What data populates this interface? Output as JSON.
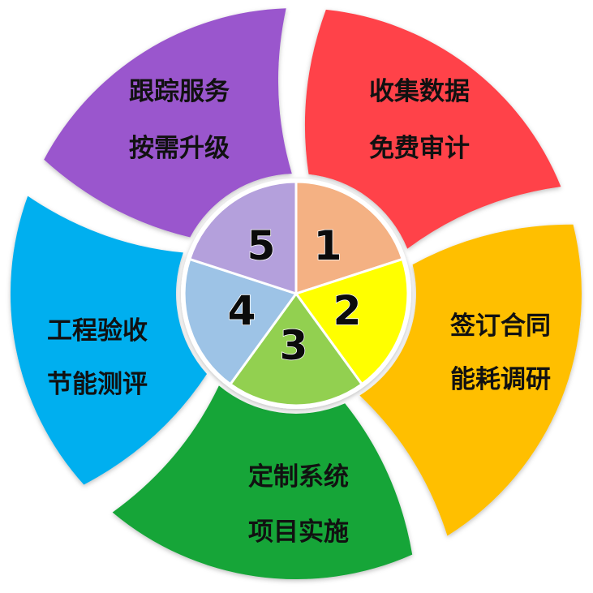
{
  "steps": [
    {
      "number": "1",
      "line1": "收集数据",
      "line2": "免费审计",
      "outer_color": "#ff4249",
      "inner_color": "#f4b183"
    },
    {
      "number": "2",
      "line1": "签订合同",
      "line2": "能耗调研",
      "outer_color": "#ffbf00",
      "inner_color": "#ffff00"
    },
    {
      "number": "3",
      "line1": "定制系统",
      "line2": "项目实施",
      "outer_color": "#13a537",
      "inner_color": "#92d050"
    },
    {
      "number": "4",
      "line1": "工程验收",
      "line2": "节能测评",
      "outer_color": "#00afef",
      "inner_color": "#9dc3e6"
    },
    {
      "number": "5",
      "line1": "跟踪服务",
      "line2": "按需升级",
      "outer_color": "#9a57cd",
      "inner_color": "#b4a0dc"
    }
  ]
}
